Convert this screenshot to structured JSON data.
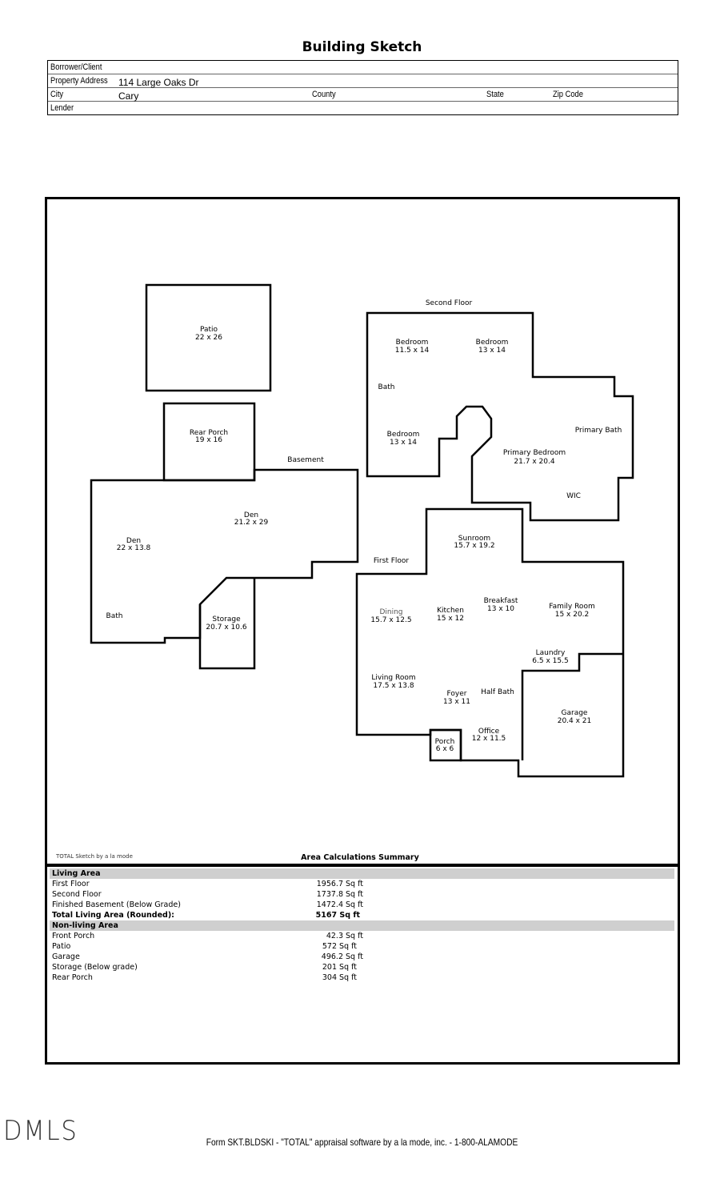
{
  "title": "Building Sketch",
  "header": {
    "borrower_label": "Borrower/Client",
    "borrower_value": "",
    "address_label": "Property Address",
    "address_value": "114 Large Oaks Dr",
    "city_label": "City",
    "city_value": "Cary",
    "county_label": "County",
    "state_label": "State",
    "zip_label": "Zip Code",
    "lender_label": "Lender"
  },
  "sketch": {
    "patio": {
      "name": "Patio",
      "dim": "22 x 26"
    },
    "rear_porch": {
      "name": "Rear Porch",
      "dim": "19 x 16"
    },
    "basement_label": "Basement",
    "den1": {
      "name": "Den",
      "dim": "21.2 x 29"
    },
    "den2": {
      "name": "Den",
      "dim": "22 x 13.8"
    },
    "bsmt_bath": "Bath",
    "storage": {
      "name": "Storage",
      "dim": "20.7 x 10.6"
    },
    "second_floor_label": "Second Floor",
    "bed1": {
      "name": "Bedroom",
      "dim": "11.5 x 14"
    },
    "bed2": {
      "name": "Bedroom",
      "dim": "13 x 14"
    },
    "bath2": "Bath",
    "bed3": {
      "name": "Bedroom",
      "dim": "13 x 14"
    },
    "primary_bath": "Primary Bath",
    "primary_bed": {
      "name": "Primary Bedroom",
      "dim": "21.7 x 20.4"
    },
    "wic": "WIC",
    "first_floor_label": "First Floor",
    "sunroom": {
      "name": "Sunroom",
      "dim": "15.7 x 19.2"
    },
    "dining": {
      "name": "Dining",
      "dim": "15.7 x 12.5"
    },
    "kitchen": {
      "name": "Kitchen",
      "dim": "15 x 12"
    },
    "breakfast": {
      "name": "Breakfast",
      "dim": "13 x 10"
    },
    "family": {
      "name": "Family Room",
      "dim": "15 x 20.2"
    },
    "laundry": {
      "name": "Laundry",
      "dim": "6.5 x 15.5"
    },
    "living": {
      "name": "Living Room",
      "dim": "17.5 x 13.8"
    },
    "foyer": {
      "name": "Foyer",
      "dim": "13 x 11"
    },
    "half_bath": "Half Bath",
    "garage": {
      "name": "Garage",
      "dim": "20.4 x 21"
    },
    "office": {
      "name": "Office",
      "dim": "12 x 11.5"
    },
    "porch": {
      "name": "Porch",
      "dim": "6 x 6"
    }
  },
  "credit": "TOTAL Sketch by a la mode",
  "summary": {
    "title": "Area Calculations Summary",
    "living_header": "Living Area",
    "living": [
      {
        "label": "First Floor",
        "value": "1956.7 Sq ft"
      },
      {
        "label": "Second Floor",
        "value": "1737.8 Sq ft"
      },
      {
        "label": "Finished Basement (Below Grade)",
        "value": "1472.4 Sq ft"
      }
    ],
    "total": {
      "label": "Total Living Area (Rounded):",
      "value": "5167 Sq ft"
    },
    "nonliving_header": "Non-living Area",
    "nonliving": [
      {
        "label": "Front Porch",
        "value": "42.3 Sq ft"
      },
      {
        "label": "Patio",
        "value": "572 Sq ft"
      },
      {
        "label": "Garage",
        "value": "496.2 Sq ft"
      },
      {
        "label": "Storage (Below grade)",
        "value": "201 Sq ft"
      },
      {
        "label": "Rear Porch",
        "value": "304 Sq ft"
      }
    ]
  },
  "logo": "DMLS",
  "footer": "Form SKT.BLDSKI - \"TOTAL\" appraisal software by a la mode, inc. - 1-800-ALAMODE"
}
